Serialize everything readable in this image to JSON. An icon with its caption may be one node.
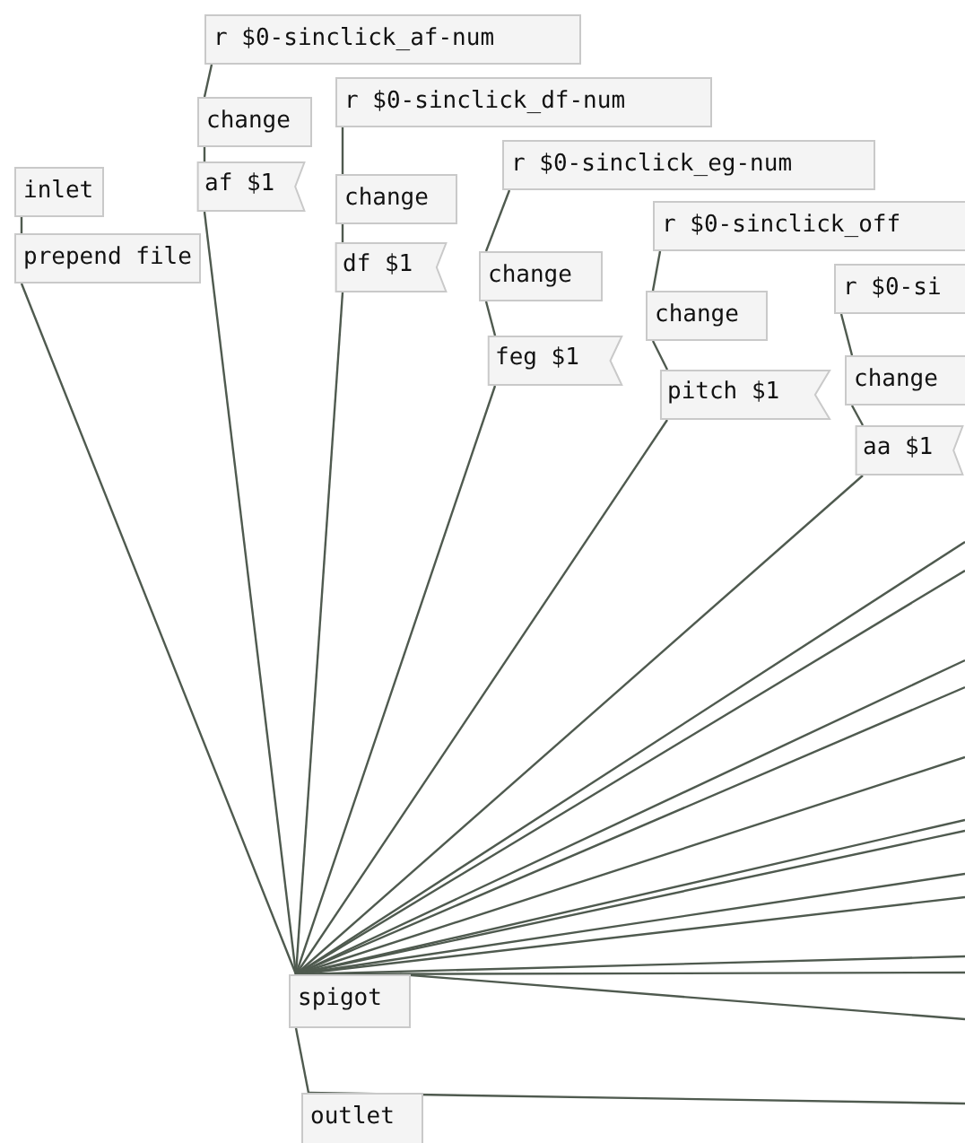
{
  "diagram": {
    "nodes": [
      {
        "text": [
          "r $0-sinclick_af-num"
        ]
      },
      {
        "text": [
          "change"
        ]
      },
      {
        "text": [
          "af $1"
        ]
      },
      {
        "text": [
          "r $0-sinclick_df-num"
        ]
      },
      {
        "text": [
          "change"
        ]
      },
      {
        "text": [
          "df $1"
        ]
      },
      {
        "text": [
          "r $0-sinclick_eg-num"
        ]
      },
      {
        "text": [
          "change"
        ]
      },
      {
        "text": [
          "feg $1"
        ]
      },
      {
        "text": [
          "r $0-sinclick_off"
        ]
      },
      {
        "text": [
          "change"
        ]
      },
      {
        "text": [
          "pitch $1"
        ]
      },
      {
        "text": [
          "r $0-si"
        ]
      },
      {
        "text": [
          "change"
        ]
      },
      {
        "text": [
          "aa $1"
        ]
      },
      {
        "text": [
          "inlet"
        ]
      },
      {
        "text": [
          "prepend file"
        ]
      },
      {
        "text": [
          "spigot"
        ]
      },
      {
        "text": [
          "outlet"
        ]
      }
    ],
    "edges": [
      {
        "from": 0,
        "to": 1,
        "arrow": "none"
      },
      {
        "from": 1,
        "to": 2,
        "arrow": "none"
      },
      {
        "from": 3,
        "to": 4,
        "arrow": "none"
      },
      {
        "from": 4,
        "to": 5,
        "arrow": "none"
      },
      {
        "from": 6,
        "to": 7,
        "arrow": "none"
      },
      {
        "from": 7,
        "to": 8,
        "arrow": "none"
      },
      {
        "from": 9,
        "to": 10,
        "arrow": "none"
      },
      {
        "from": 10,
        "to": 11,
        "arrow": "none"
      },
      {
        "from": 12,
        "to": 13,
        "arrow": "none"
      },
      {
        "from": 13,
        "to": 14,
        "arrow": "none"
      },
      {
        "from": 15,
        "to": 16,
        "arrow": "none"
      },
      {
        "from": 16,
        "to": 17,
        "arrow": "none"
      },
      {
        "from": 2,
        "to": 17,
        "arrow": "none"
      },
      {
        "from": 5,
        "to": 17,
        "arrow": "none"
      },
      {
        "from": 8,
        "to": 17,
        "arrow": "none"
      },
      {
        "from": 11,
        "to": 17,
        "arrow": "none"
      },
      {
        "from": 14,
        "to": 17,
        "arrow": "none"
      },
      {
        "from": null,
        "to": 17,
        "arrow": "none"
      },
      {
        "from": null,
        "to": 17,
        "arrow": "none"
      },
      {
        "from": null,
        "to": 17,
        "arrow": "none"
      },
      {
        "from": null,
        "to": 17,
        "arrow": "none"
      },
      {
        "from": null,
        "to": 17,
        "arrow": "none"
      },
      {
        "from": null,
        "to": 17,
        "arrow": "none"
      },
      {
        "from": null,
        "to": 17,
        "arrow": "none"
      },
      {
        "from": null,
        "to": 17,
        "arrow": "none"
      },
      {
        "from": null,
        "to": 17,
        "arrow": "none"
      },
      {
        "from": null,
        "to": 17,
        "arrow": "none"
      },
      {
        "from": null,
        "to": 17,
        "arrow": "none"
      },
      {
        "from": null,
        "to": 17,
        "arrow": "none"
      },
      {
        "from": 17,
        "to": 18,
        "arrow": "none"
      },
      {
        "from": null,
        "to": 18,
        "arrow": "none"
      }
    ]
  }
}
